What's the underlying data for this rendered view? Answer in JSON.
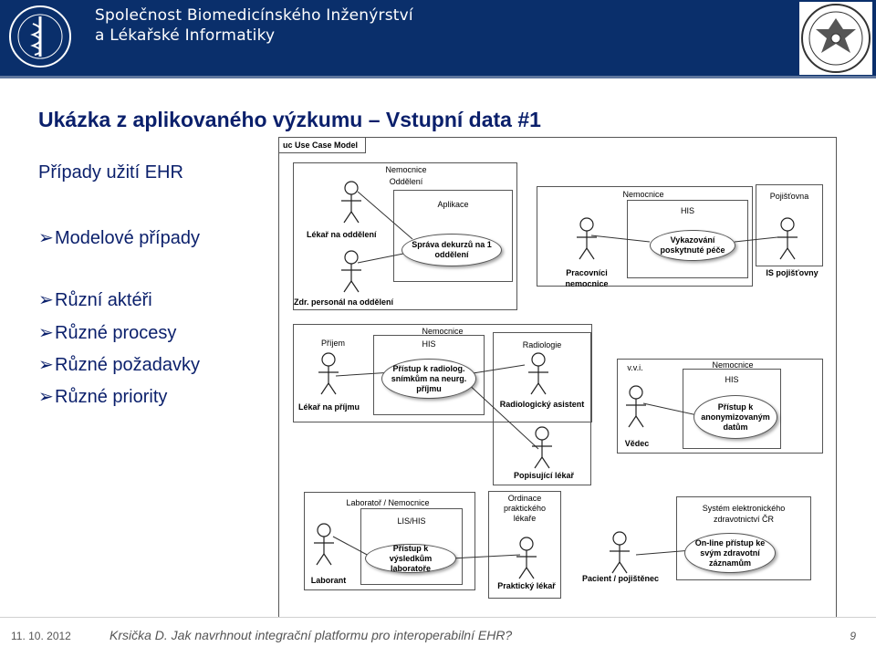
{
  "header": {
    "org_line1": "Společnost Biomedicínského Inženýrství",
    "org_line2": "a Lékařské Informatiky",
    "colors": {
      "band": "#0a2f6b",
      "title": "#0a1f6b"
    }
  },
  "slide": {
    "title": "Ukázka z aplikovaného výzkumu – Vstupní data #1",
    "subtitle": "Případy užití EHR",
    "bullets": [
      "Modelové případy",
      "Různí aktéři",
      "Různé procesy",
      "Různé požadavky",
      "Různé priority"
    ]
  },
  "diagram": {
    "tab_label": "uc Use Case Model",
    "boundaries": {
      "nemocnice_oddeleni": [
        "Nemocnice",
        "Oddělení"
      ],
      "aplikace": "Aplikace",
      "nemocnice_his_top": "Nemocnice",
      "his_top": "HIS",
      "pojistovna": "Pojišťovna",
      "nemocnice_prijem": "Nemocnice",
      "prijem": "Příjem",
      "his_prijem": "HIS",
      "radiologie": "Radiologie",
      "vvi": "v.v.i.",
      "nemocnice_vvi": "Nemocnice",
      "his_vvi": "HIS",
      "laborator": "Laboratoř / Nemocnice",
      "lis_his": "LIS/HIS",
      "ordinace": [
        "Ordinace",
        "praktického",
        "lékaře"
      ],
      "system_ezcr": [
        "Systém elektronického",
        "zdravotnictví ČR"
      ]
    },
    "actors": {
      "lekar_oddeleni": "Lékař na oddělení",
      "zdr_personal": "Zdr. personál na oddělení",
      "pracovnici": [
        "Pracovníci",
        "nemocnice"
      ],
      "is_pojistovny": "IS pojišťovny",
      "lekar_prijmu": "Lékař na příjmu",
      "radiologicky_asistent": "Radiologický asistent",
      "vedec": "Vědec",
      "popisujici_lekar": "Popisující lékař",
      "laborant": "Laborant",
      "prakticky_lekar": "Praktický lékař",
      "pacient": "Pacient / pojištěnec"
    },
    "use_cases": {
      "sprava_dekurzu": [
        "Správa dekurzů na 1",
        "oddělení"
      ],
      "vykazovani": [
        "Vykazování",
        "poskytnuté péče"
      ],
      "pristup_radiolog": [
        "Přístup k radiolog.",
        "snímkům na neurg.",
        "příjmu"
      ],
      "pristup_anonym": [
        "Přístup k",
        "anonymizovaným",
        "datům"
      ],
      "pristup_vysledkum": [
        "Přístup k výsledkům",
        "laboratoře"
      ],
      "online_pristup": [
        "On-line přístup ke",
        "svým zdravotní",
        "záznamům"
      ]
    }
  },
  "footer": {
    "date": "11. 10. 2012",
    "text": "Krsička D. Jak navrhnout integrační platformu pro interoperabilní EHR?",
    "page": "9"
  }
}
